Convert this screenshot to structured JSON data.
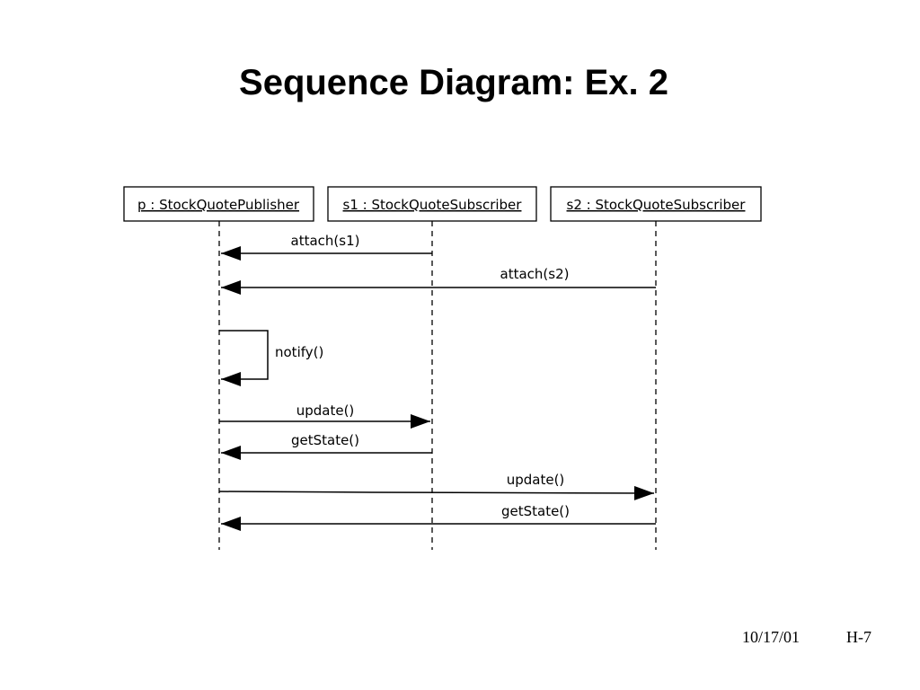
{
  "slide": {
    "title": "Sequence Diagram: Ex. 2",
    "footer_date": "10/17/01",
    "footer_page": "H-7"
  },
  "diagram": {
    "objects": [
      {
        "id": "p",
        "label": "p : StockQuotePublisher"
      },
      {
        "id": "s1",
        "label": "s1 : StockQuoteSubscriber"
      },
      {
        "id": "s2",
        "label": "s2 : StockQuoteSubscriber"
      }
    ],
    "messages": [
      {
        "label": "attach(s1)",
        "from": "s1",
        "to": "p"
      },
      {
        "label": "attach(s2)",
        "from": "s2",
        "to": "p"
      },
      {
        "label": "notify()",
        "from": "p",
        "to": "p"
      },
      {
        "label": "update()",
        "from": "p",
        "to": "s1"
      },
      {
        "label": "getState()",
        "from": "s1",
        "to": "p"
      },
      {
        "label": "update()",
        "from": "p",
        "to": "s2"
      },
      {
        "label": "getState()",
        "from": "s2",
        "to": "p"
      }
    ]
  }
}
